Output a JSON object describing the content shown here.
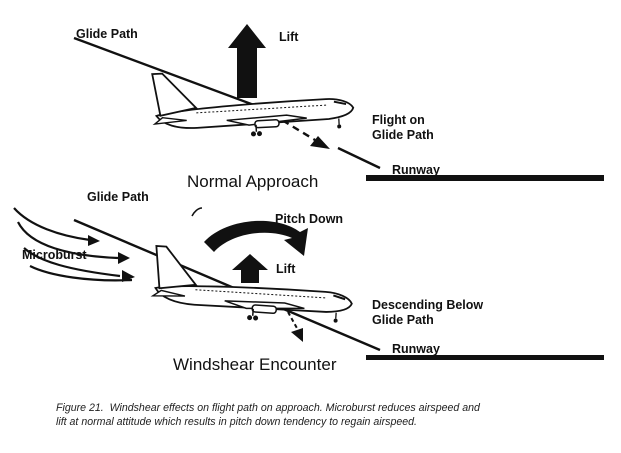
{
  "top_panel": {
    "glide_path_label": "Glide Path",
    "lift_label": "Lift",
    "flight_label_line1": "Flight on",
    "flight_label_line2": "Glide Path",
    "runway_label": "Runway",
    "title": "Normal Approach"
  },
  "bottom_panel": {
    "glide_path_label": "Glide Path",
    "pitch_down_label": "Pitch Down",
    "microburst_label": "Microburst",
    "lift_label": "Lift",
    "descending_label_line1": "Descending Below",
    "descending_label_line2": "Glide Path",
    "runway_label": "Runway",
    "title": "Windshear Encounter"
  },
  "caption": {
    "figure_label": "Figure 21.",
    "line1": "Windshear effects on flight path on approach. Microburst reduces airspeed and",
    "line2": "lift at normal attitude which results in pitch down tendency to regain airspeed."
  }
}
